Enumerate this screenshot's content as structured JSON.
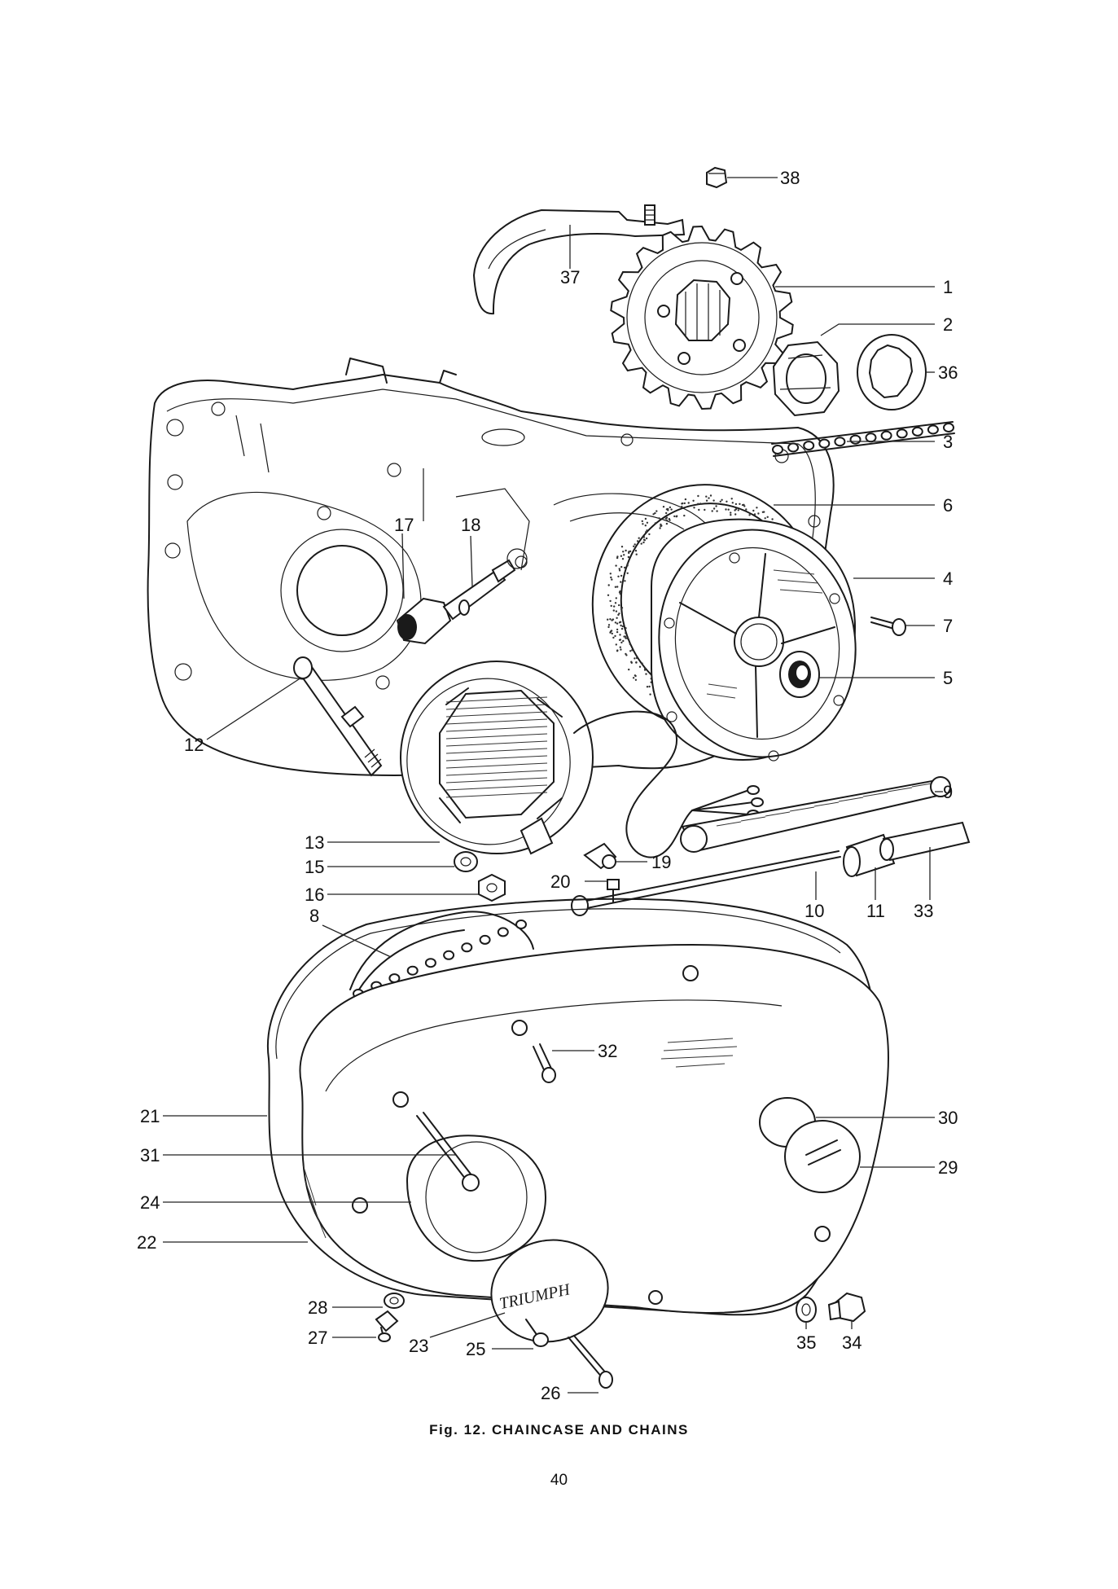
{
  "figure": {
    "caption": "Fig. 12.   CHAINCASE AND CHAINS",
    "page_number": "40"
  },
  "labels": [
    "38",
    "37",
    "1",
    "2",
    "36",
    "3",
    "6",
    "17",
    "18",
    "4",
    "7",
    "5",
    "12",
    "9",
    "13",
    "19",
    "15",
    "20",
    "16",
    "10",
    "11",
    "33",
    "8",
    "32",
    "21",
    "30",
    "31",
    "29",
    "24",
    "22",
    "28",
    "27",
    "23",
    "25",
    "35",
    "34",
    "26"
  ]
}
